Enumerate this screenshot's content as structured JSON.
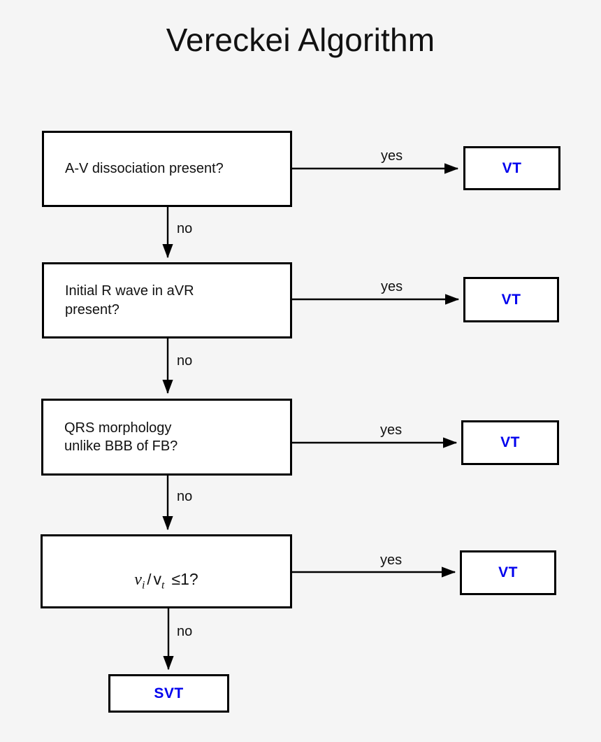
{
  "page": {
    "title": "Vereckei Algorithm",
    "background_color": "#f5f5f5",
    "node_fill": "#ffffff",
    "node_border_color": "#000000",
    "text_color": "#111111",
    "accent_color": "#0000ee"
  },
  "chart_data": {
    "type": "diagram",
    "title": "Vereckei Algorithm",
    "nodes": [
      {
        "id": "q1",
        "kind": "decision",
        "text": "A-V dissociation present?"
      },
      {
        "id": "vt1",
        "kind": "terminal",
        "text": "VT"
      },
      {
        "id": "q2",
        "kind": "decision",
        "text": "Initial R wave in aVR\npresent?"
      },
      {
        "id": "vt2",
        "kind": "terminal",
        "text": "VT"
      },
      {
        "id": "q3",
        "kind": "decision",
        "text": "QRS morphology\nunlike BBB of FB?"
      },
      {
        "id": "vt3",
        "kind": "terminal",
        "text": "VT"
      },
      {
        "id": "q4",
        "kind": "decision",
        "text": "vi / vt ≤1?"
      },
      {
        "id": "vt4",
        "kind": "terminal",
        "text": "VT"
      },
      {
        "id": "svt",
        "kind": "terminal",
        "text": "SVT"
      }
    ],
    "edges": [
      {
        "from": "q1",
        "to": "vt1",
        "label": "yes"
      },
      {
        "from": "q1",
        "to": "q2",
        "label": "no"
      },
      {
        "from": "q2",
        "to": "vt2",
        "label": "yes"
      },
      {
        "from": "q2",
        "to": "q3",
        "label": "no"
      },
      {
        "from": "q3",
        "to": "vt3",
        "label": "yes"
      },
      {
        "from": "q3",
        "to": "q4",
        "label": "no"
      },
      {
        "from": "q4",
        "to": "vt4",
        "label": "yes"
      },
      {
        "from": "q4",
        "to": "svt",
        "label": "no"
      }
    ]
  },
  "nodes": {
    "q1": {
      "text": "A-V dissociation present?"
    },
    "q2": {
      "text": "Initial R wave in aVR\npresent?"
    },
    "q3": {
      "text": "QRS morphology\nunlike BBB of FB?"
    },
    "q4": {
      "v1": "v",
      "sub1": "i",
      "slash": "/",
      "v2": "v",
      "sub2": "t",
      "compare": "≤1?"
    },
    "vt1": {
      "text": "VT"
    },
    "vt2": {
      "text": "VT"
    },
    "vt3": {
      "text": "VT"
    },
    "vt4": {
      "text": "VT"
    },
    "svt": {
      "text": "SVT"
    }
  },
  "edge_labels": {
    "yes1": "yes",
    "no1": "no",
    "yes2": "yes",
    "no2": "no",
    "yes3": "yes",
    "no3": "no",
    "yes4": "yes",
    "no4": "no"
  }
}
